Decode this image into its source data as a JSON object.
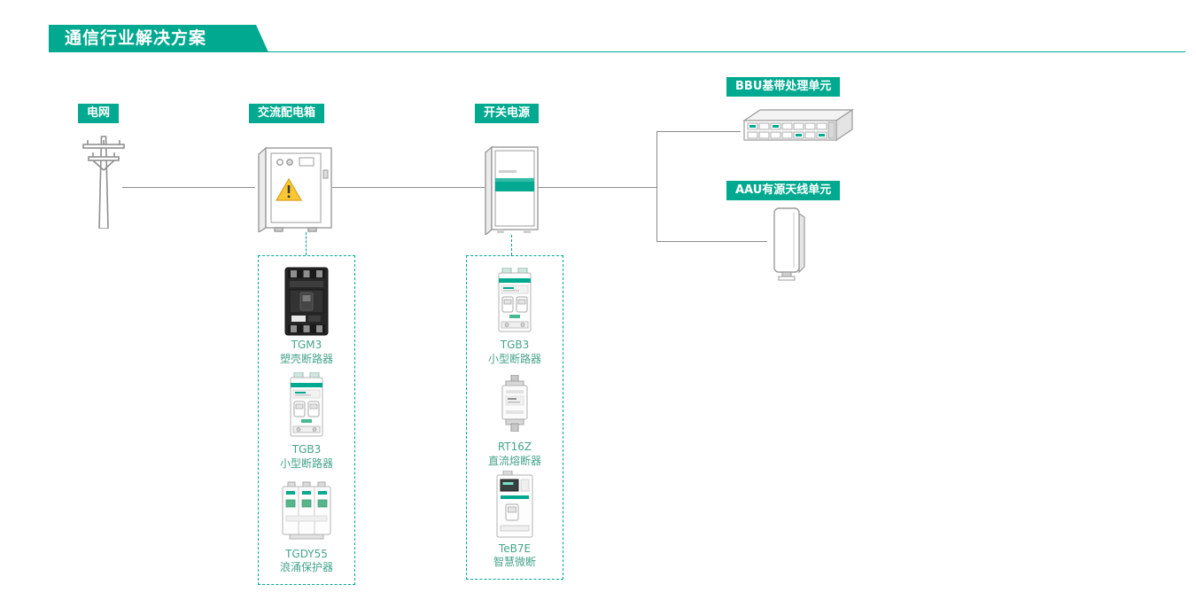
{
  "title": "通信行业解决方案",
  "colors": {
    "accent": "#00a98f",
    "product_text": "#46a38c",
    "line": "#8c8c8c"
  },
  "nodes": {
    "grid": {
      "label": "电网",
      "icon": "utility-pole-icon"
    },
    "acbox": {
      "label": "交流配电箱",
      "icon": "distribution-box-icon"
    },
    "psu": {
      "label": "开关电源",
      "icon": "power-cabinet-icon"
    },
    "bbu": {
      "label": "BBU基带处理单元",
      "icon": "bbu-device-icon"
    },
    "aau": {
      "label": "AAU有源天线单元",
      "icon": "aau-device-icon"
    }
  },
  "product_groups": [
    {
      "attached_to": "交流配电箱",
      "products": [
        {
          "model": "TGM3",
          "name": "塑壳断路器",
          "icon": "molded-case-breaker-icon"
        },
        {
          "model": "TGB3",
          "name": "小型断路器",
          "icon": "miniature-breaker-icon"
        },
        {
          "model": "TGDY55",
          "name": "浪涌保护器",
          "icon": "surge-protector-icon"
        }
      ]
    },
    {
      "attached_to": "开关电源",
      "products": [
        {
          "model": "TGB3",
          "name": "小型断路器",
          "icon": "miniature-breaker-icon"
        },
        {
          "model": "RT16Z",
          "name": "直流熔断器",
          "icon": "dc-fuse-icon"
        },
        {
          "model": "TeB7E",
          "name": "智慧微断",
          "icon": "smart-breaker-icon"
        }
      ]
    }
  ]
}
